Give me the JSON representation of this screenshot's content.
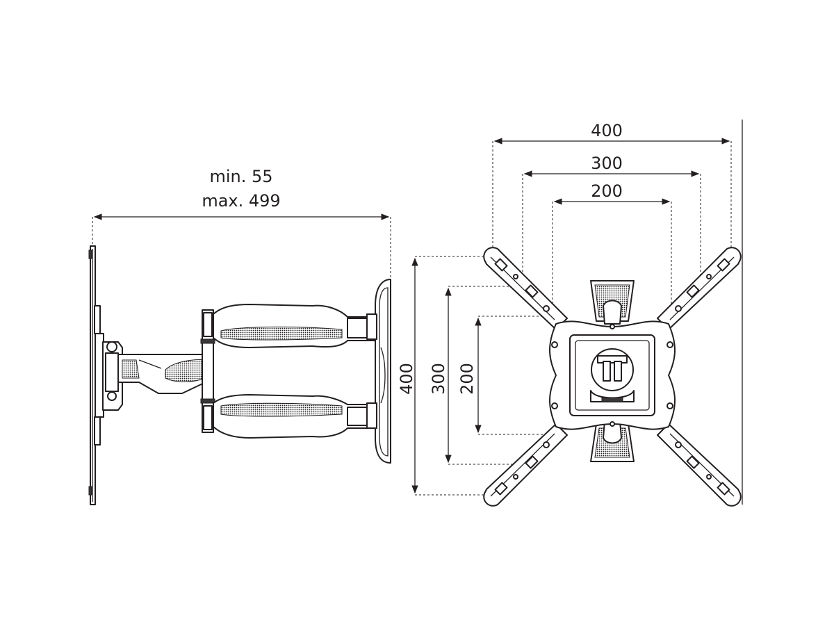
{
  "side_view": {
    "min_label": "min. 55",
    "max_label": "max. 499"
  },
  "front_view": {
    "width_400": "400",
    "width_300": "300",
    "width_200": "200",
    "height_400": "400",
    "height_300": "300",
    "height_200": "200"
  },
  "colors": {
    "ink": "#231f20",
    "background": "#ffffff"
  }
}
